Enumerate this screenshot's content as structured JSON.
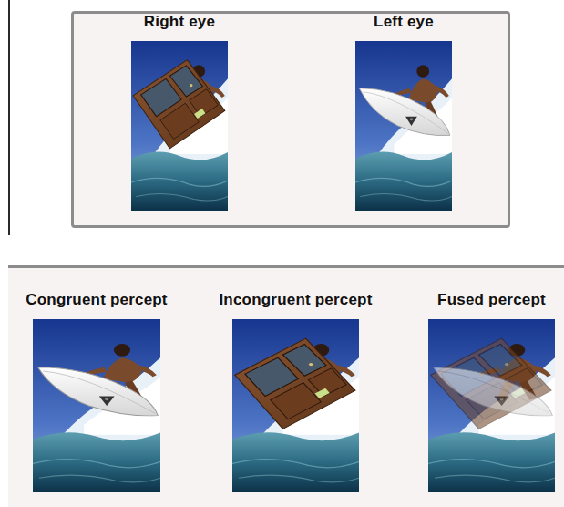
{
  "diagram": {
    "nodes": [
      {
        "text": [
          "Right eye"
        ]
      },
      {
        "text": [
          "Left eye"
        ]
      },
      {
        "text": [
          "Congruent percept"
        ]
      },
      {
        "text": [
          "Incongruent percept"
        ]
      },
      {
        "text": [
          "Fused percept"
        ]
      }
    ]
  }
}
